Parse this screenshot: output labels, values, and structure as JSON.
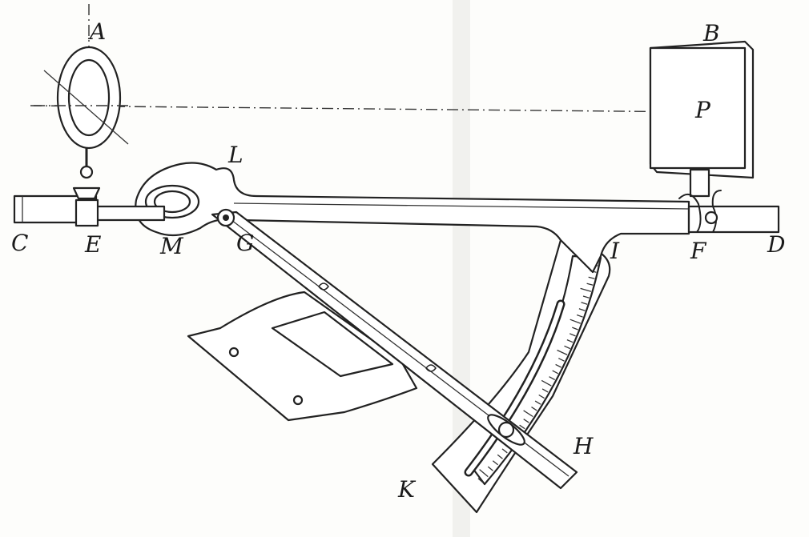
{
  "labels": {
    "A": "A",
    "B": "B",
    "P": "P",
    "L": "L",
    "C": "C",
    "E": "E",
    "M": "M",
    "G": "G",
    "I": "I",
    "F": "F",
    "D": "D",
    "H": "H",
    "K": "K"
  }
}
